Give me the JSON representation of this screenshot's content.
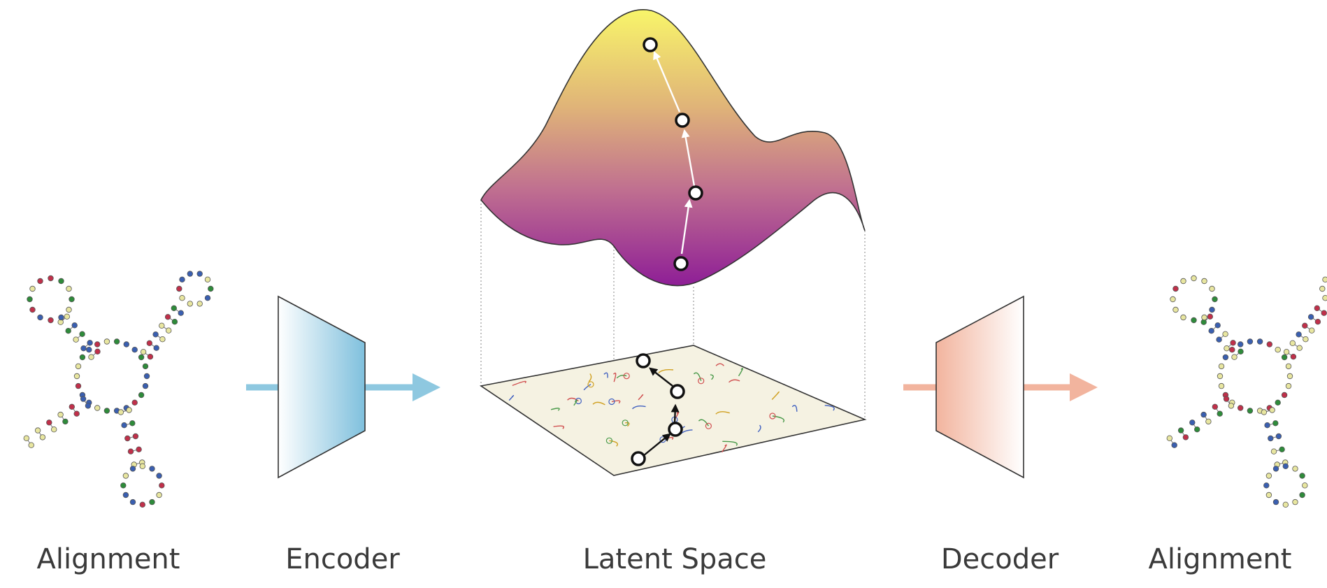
{
  "labels": {
    "alignment_input": "Alignment",
    "encoder": "Encoder",
    "latent_space": "Latent Space",
    "decoder": "Decoder",
    "alignment_output": "Alignment"
  },
  "colors": {
    "encoder_blue": "#7fc0dd",
    "decoder_salmon": "#f2b49e",
    "surface_top": "#f8f56a",
    "surface_bottom": "#8e1e96",
    "plane_fill": "#f5f2e2",
    "nucleotide_green": "#2e8b3a",
    "nucleotide_red": "#c0304a",
    "nucleotide_blue": "#3a5fb0",
    "nucleotide_yellow": "#e8e6a0"
  },
  "icons": {
    "input_structure": "rna-secondary-structure-icon",
    "output_structure": "rna-secondary-structure-icon",
    "encoder": "trapezoid-encoder-icon",
    "decoder": "trapezoid-decoder-icon"
  }
}
